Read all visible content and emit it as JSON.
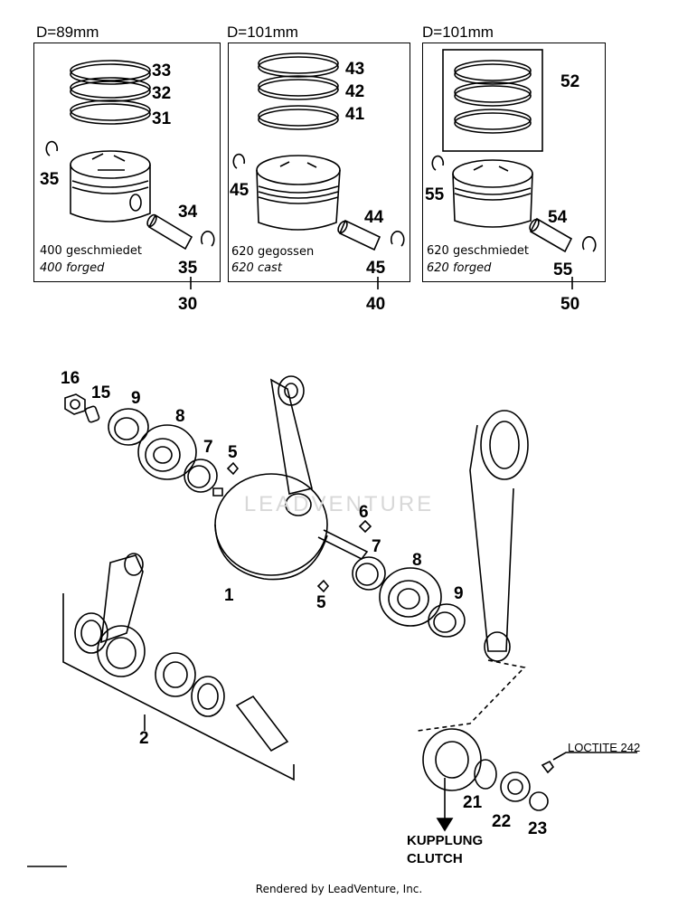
{
  "headers": [
    "D=89mm",
    "D=101mm",
    "D=101mm"
  ],
  "panel1": {
    "cap_de": "400 geschmiedet",
    "cap_en": "400 forged",
    "labels": [
      "33",
      "32",
      "31",
      "35",
      "34",
      "35"
    ],
    "group": "30"
  },
  "panel2": {
    "cap_de": "620 gegossen",
    "cap_en": "620 cast",
    "labels": [
      "43",
      "42",
      "41",
      "45",
      "44",
      "45"
    ],
    "group": "40"
  },
  "panel3": {
    "cap_de": "620 geschmiedet",
    "cap_en": "620 forged",
    "labels": [
      "52",
      "55",
      "54",
      "55"
    ],
    "group": "50"
  },
  "crank_labels": [
    "16",
    "15",
    "9",
    "8",
    "7",
    "5",
    "6",
    "7",
    "8",
    "9",
    "1",
    "5",
    "2",
    "21",
    "22",
    "23"
  ],
  "loctite": "LOCTITE 242",
  "clutch_de": "KUPPLUNG",
  "clutch_en": "CLUTCH",
  "watermark": "LEADVENTURE",
  "footer": "Rendered by LeadVenture, Inc."
}
